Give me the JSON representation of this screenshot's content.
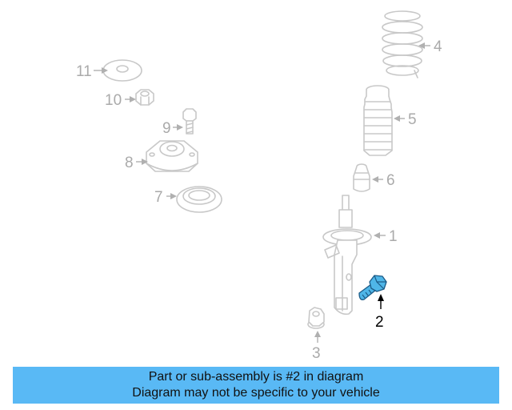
{
  "callouts": {
    "c1": "1",
    "c2": "2",
    "c3": "3",
    "c4": "4",
    "c5": "5",
    "c6": "6",
    "c7": "7",
    "c8": "8",
    "c9": "9",
    "c10": "10",
    "c11": "11"
  },
  "highlighted_part": "2",
  "colors": {
    "highlight": "#4fb6e8",
    "banner": "#59b9f5",
    "inactive": "#c8c8c8"
  },
  "banner": {
    "line1": "Part or sub-assembly is #2 in diagram",
    "line2": "Diagram may not be specific to your vehicle"
  }
}
